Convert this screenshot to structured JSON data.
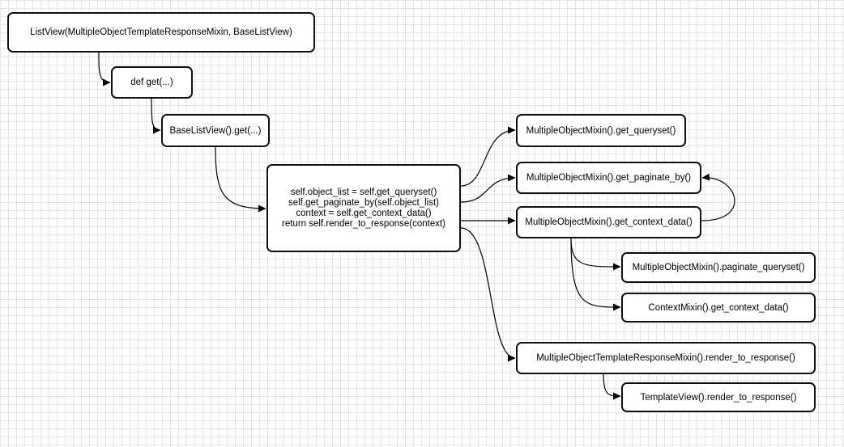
{
  "nodes": {
    "listview": "ListView(MultipleObjectTemplateResponseMixin, BaseListView)",
    "def_get": "def get(...)",
    "base_list_view_get": "BaseListView().get(...)",
    "main_code": [
      "self.object_list = self.get_queryset()",
      "self.get_paginate_by(self.object_list)",
      "context = self.get_context_data()",
      "return self.render_to_response(context)"
    ],
    "get_queryset": "MultipleObjectMixin().get_queryset()",
    "get_paginate_by": "MultipleObjectMixin().get_paginate_by()",
    "get_context_data": "MultipleObjectMixin().get_context_data()",
    "paginate_queryset": "MultipleObjectMixin().paginate_queryset()",
    "context_mixin_get_context_data": "ContextMixin().get_context_data()",
    "render_to_response": "MultipleObjectTemplateResponseMixin().render_to_response()",
    "template_view_render_to_response": "TemplateView().render_to_response()"
  }
}
